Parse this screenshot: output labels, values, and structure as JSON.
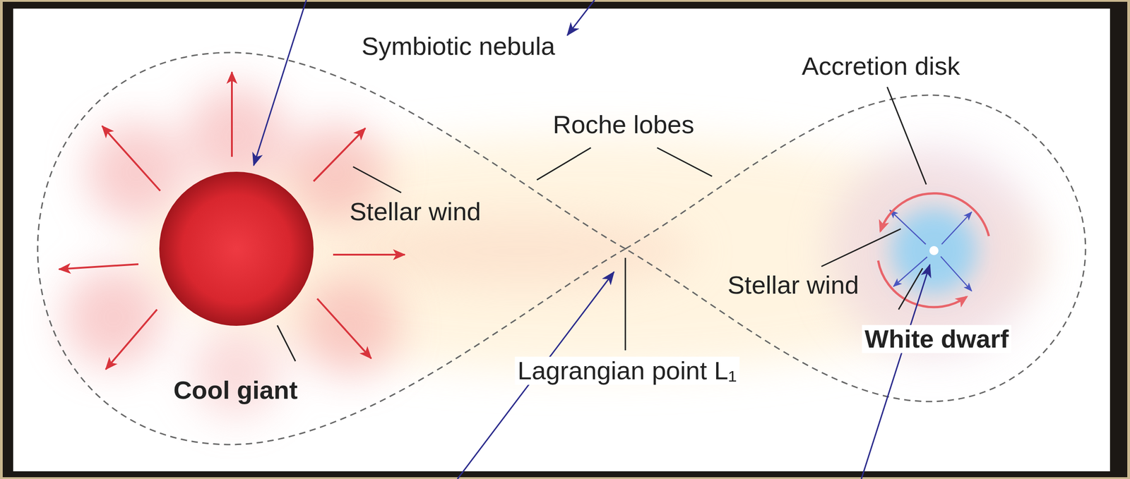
{
  "diagram": {
    "labels": [
      "Symbiotic nebula",
      "Accretion disk",
      "Roche lobes",
      "Stellar wind",
      "Stellar wind",
      "Lagrangian point L₁",
      "Cool giant",
      "White dwarf"
    ]
  }
}
